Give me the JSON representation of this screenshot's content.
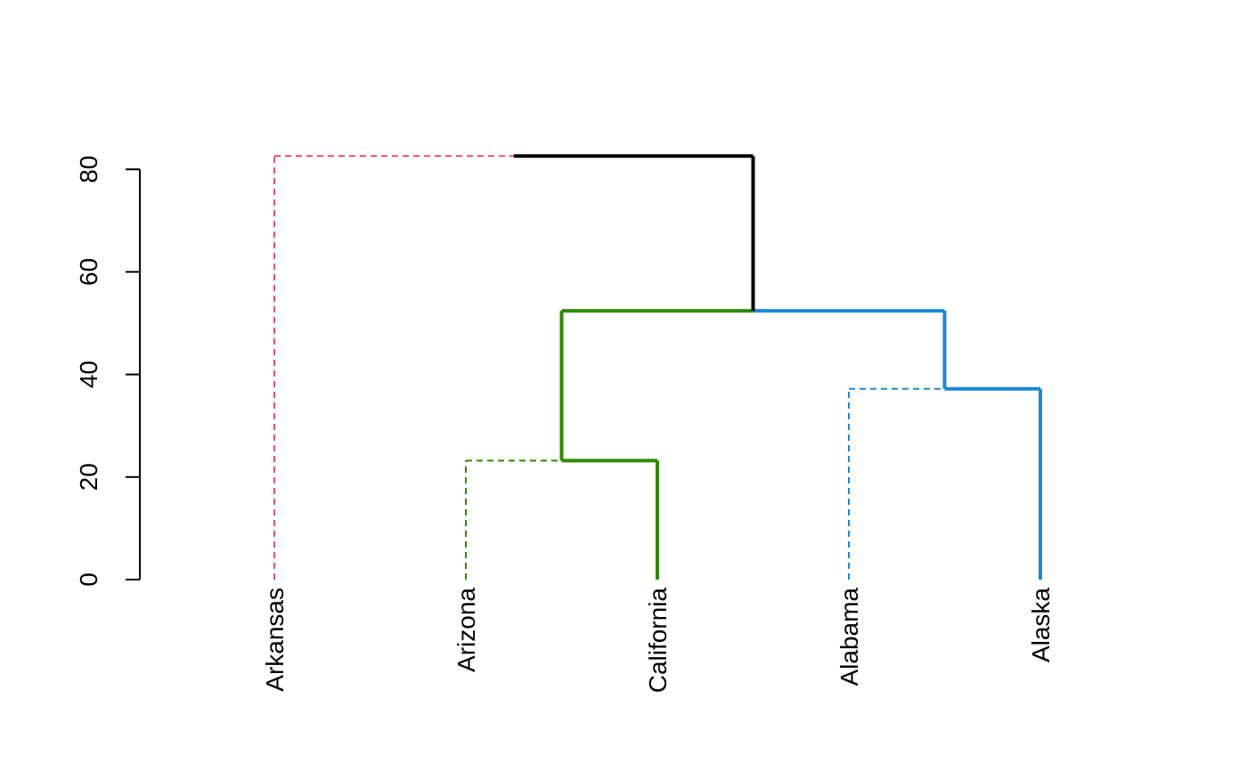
{
  "chart_data": {
    "type": "dendrogram",
    "ylim": [
      0,
      82.6
    ],
    "y_ticks": [
      0,
      20,
      40,
      60,
      80
    ],
    "y_tick_labels": [
      "0",
      "20",
      "40",
      "60",
      "80"
    ],
    "leaves": [
      {
        "label": "Arkansas",
        "color": "#DF536B",
        "dashed": true
      },
      {
        "label": "Arizona",
        "color": "#2E8B00",
        "dashed": true
      },
      {
        "label": "California",
        "color": "#2E8B00",
        "dashed": false
      },
      {
        "label": "Alabama",
        "color": "#1A88D8",
        "dashed": true
      },
      {
        "label": "Alaska",
        "color": "#1A88D8",
        "dashed": false
      }
    ],
    "merges": [
      {
        "id": "m1",
        "left": 1,
        "right": 2,
        "height": 23.2,
        "left_color": "#2E8B00",
        "left_dashed": true,
        "right_color": "#2E8B00",
        "right_dashed": false
      },
      {
        "id": "m2",
        "left": 3,
        "right": 4,
        "height": 37.2,
        "left_color": "#1A88D8",
        "left_dashed": true,
        "right_color": "#1A88D8",
        "right_dashed": false
      },
      {
        "id": "m3",
        "left": "m1",
        "right": "m2",
        "height": 52.4,
        "left_color": "#2E8B00",
        "left_dashed": false,
        "right_color": "#1A88D8",
        "right_dashed": false
      },
      {
        "id": "m4",
        "left": 0,
        "right": "m3",
        "height": 82.6,
        "left_color": "#DF536B",
        "left_dashed": true,
        "right_color": "#000000",
        "right_dashed": false
      }
    ],
    "grid": false,
    "legend": "none"
  }
}
